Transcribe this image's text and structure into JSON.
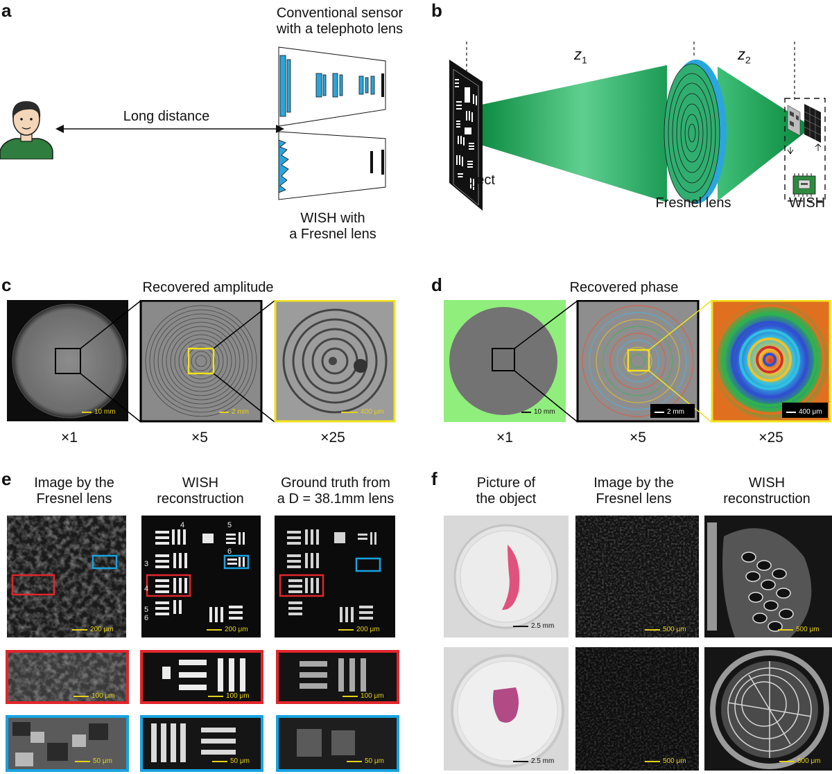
{
  "panels": {
    "a": {
      "label": "a",
      "sensor_title_line1": "Conventional sensor",
      "sensor_title_line2": "with a telephoto lens",
      "distance_label": "Long distance",
      "wish_line1": "WISH with",
      "wish_line2": "a Fresnel lens"
    },
    "b": {
      "label": "b",
      "object_label": "Object",
      "lens_label": "Fresnel lens",
      "wish_label": "WISH",
      "z1_label": "z",
      "z1_sub": "1",
      "z2_label": "z",
      "z2_sub": "2"
    },
    "c": {
      "label": "c",
      "title": "Recovered amplitude",
      "mags": [
        "×1",
        "×5",
        "×25"
      ],
      "scalebars": [
        "10 mm",
        "2 mm",
        "400 μm"
      ]
    },
    "d": {
      "label": "d",
      "title": "Recovered phase",
      "mags": [
        "×1",
        "×5",
        "×25"
      ],
      "scalebars": [
        "10 mm",
        "2 mm",
        "400 μm"
      ]
    },
    "e": {
      "label": "e",
      "col1_line1": "Image by the",
      "col1_line2": "Fresnel lens",
      "col2_line1": "WISH",
      "col2_line2": "reconstruction",
      "col3_line1": "Ground truth from",
      "col3_line2": "a D = 38.1mm lens",
      "scalebars_main": [
        "200 μm",
        "200 μm",
        "200 μm"
      ],
      "scalebars_red": [
        "100 μm",
        "100 μm",
        "100 μm"
      ],
      "scalebars_blue": [
        "50 μm",
        "50 μm",
        "50 μm"
      ],
      "chart_digits": [
        "4",
        "3",
        "4",
        "5",
        "6",
        "5",
        "6"
      ]
    },
    "f": {
      "label": "f",
      "col1_line1": "Picture of",
      "col1_line2": "the object",
      "col2_line1": "Image by the",
      "col2_line2": "Fresnel lens",
      "col3_line1": "WISH",
      "col3_line2": "reconstruction",
      "scalebars_row1": [
        "2.5 mm",
        "500 μm",
        "500 μm"
      ],
      "scalebars_row2": [
        "2.5 mm",
        "500 μm",
        "500 μm"
      ]
    }
  },
  "colors": {
    "highlight_yellow": "#f2e21b",
    "highlight_red": "#e0262b",
    "highlight_blue": "#19a3e0",
    "beam_green": "#1aa15a",
    "lens_blue": "#2aa6dc"
  }
}
